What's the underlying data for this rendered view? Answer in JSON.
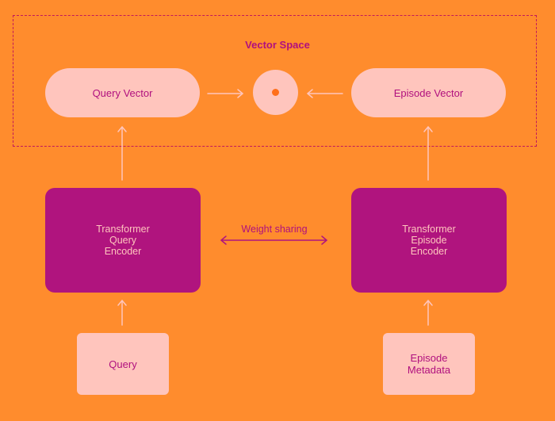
{
  "vector_space": {
    "title": "Vector Space"
  },
  "query_vector": {
    "label": "Query Vector"
  },
  "episode_vector": {
    "label": "Episode Vector"
  },
  "query_encoder": {
    "line1": "Transformer",
    "line2": "Query",
    "line3": "Encoder"
  },
  "episode_encoder": {
    "line1": "Transformer",
    "line2": "Episode",
    "line3": "Encoder"
  },
  "weight_sharing": {
    "label": "Weight sharing"
  },
  "query_input": {
    "label": "Query"
  },
  "episode_input": {
    "line1": "Episode",
    "line2": "Metadata"
  },
  "colors": {
    "background": "#FF8C2D",
    "light_pink": "#FFC5BD",
    "magenta": "#B0147E",
    "dashed_border": "#C2185B",
    "dot": "#FF6F1A"
  }
}
